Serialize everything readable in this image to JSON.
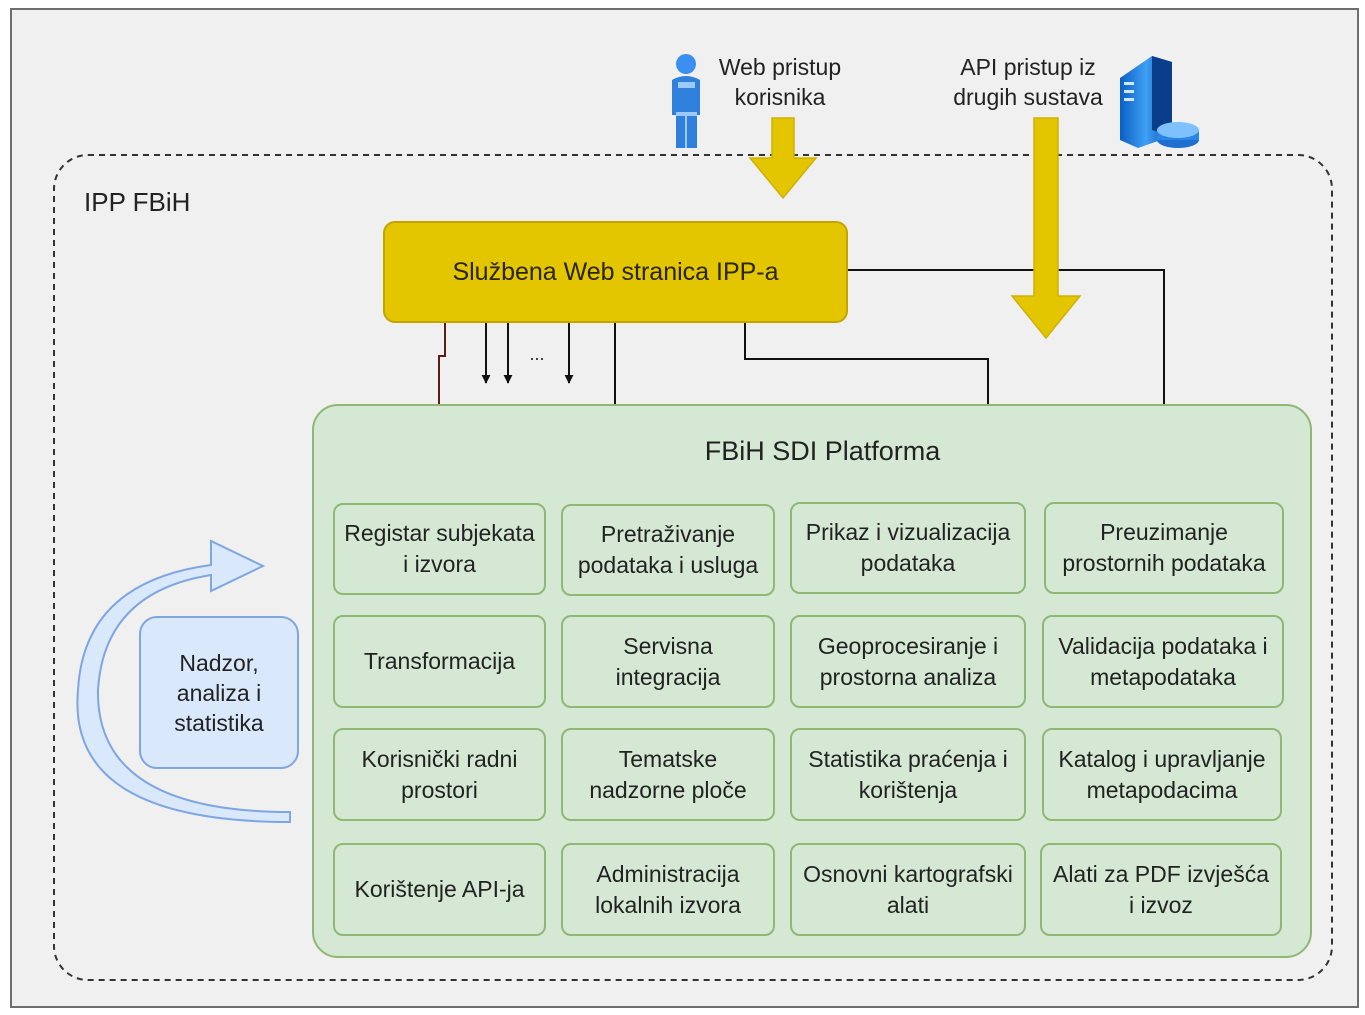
{
  "labels": {
    "web_access": "Web  pristup\nkorisnika",
    "api_access": "API  pristup iz\ndrugih sustava",
    "container": "IPP FBiH",
    "website": "Službena Web stranica IPP-a",
    "platform": "FBiH SDI Platforma",
    "ellipsis": "...",
    "monitoring": "Nadzor,\nanaliza i\nstatistika"
  },
  "modules": [
    "Registar subjekata\ni izvora",
    "Pretraživanje\npodataka i usluga",
    "Prikaz i vizualizacija\npodataka",
    "Preuzimanje\nprostornih podataka",
    "Transformacija",
    "Servisna\nintegracija",
    "Geoprocesiranje i\nprostorna analiza",
    "Validacija podataka i\nmetapodataka",
    "Korisnički radni\nprostori",
    "Tematske\nnadzorne ploče",
    "Statistika praćenja i\nkorištenja",
    "Katalog i upravljanje\nmetapodacima",
    "Korištenje API-ja",
    "Administracija\nlokalnih izvora",
    "Osnovni kartografski\nalati",
    "Alati za PDF izvješća\ni izvoz"
  ],
  "icons": {
    "user": "user-icon",
    "server": "server-database-icon"
  },
  "colors": {
    "website_fill": "#e3c500",
    "platform_fill": "#d5e8d4",
    "platform_stroke": "#8fb874",
    "monitor_fill": "#dae8fc",
    "monitor_stroke": "#7ea6e0",
    "access_arrow": "#e3c500"
  }
}
